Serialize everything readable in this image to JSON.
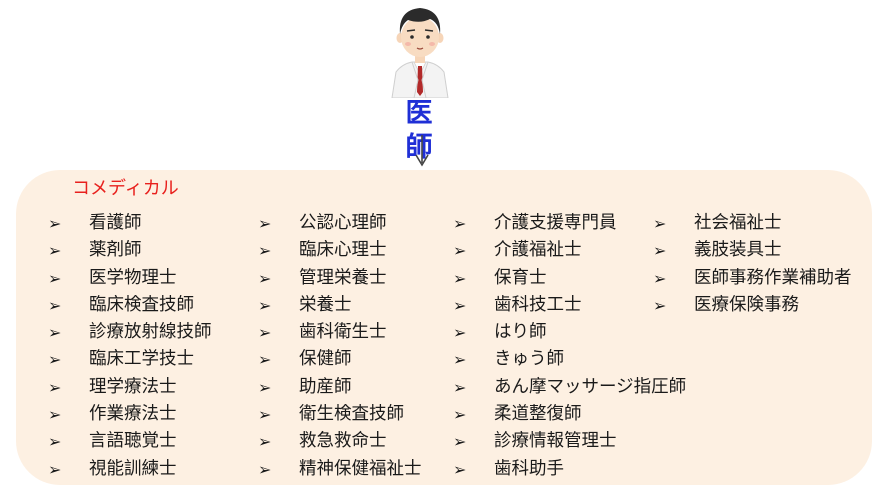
{
  "title": "医 師",
  "group_label": "コメディカル",
  "bullet": "➢",
  "colors": {
    "title": "#1f2fd6",
    "group_label": "#e8201d",
    "panel": "#fdf0e2"
  },
  "columns": [
    [
      "看護師",
      "薬剤師",
      "医学物理士",
      "臨床検査技師",
      "診療放射線技師",
      "臨床工学技士",
      "理学療法士",
      "作業療法士",
      "言語聴覚士",
      "視能訓練士"
    ],
    [
      "公認心理師",
      "臨床心理士",
      "管理栄養士",
      "栄養士",
      "歯科衛生士",
      "保健師",
      "助産師",
      "衛生検査技師",
      "救急救命士",
      "精神保健福祉士"
    ],
    [
      "介護支援専門員",
      "介護福祉士",
      "保育士",
      "歯科技工士",
      "はり師",
      "きゅう師",
      "あん摩マッサージ指圧師",
      "柔道整復師",
      "診療情報管理士",
      "歯科助手"
    ],
    [
      "社会福祉士",
      "義肢装具士",
      "医師事務作業補助者",
      "医療保険事務"
    ]
  ]
}
